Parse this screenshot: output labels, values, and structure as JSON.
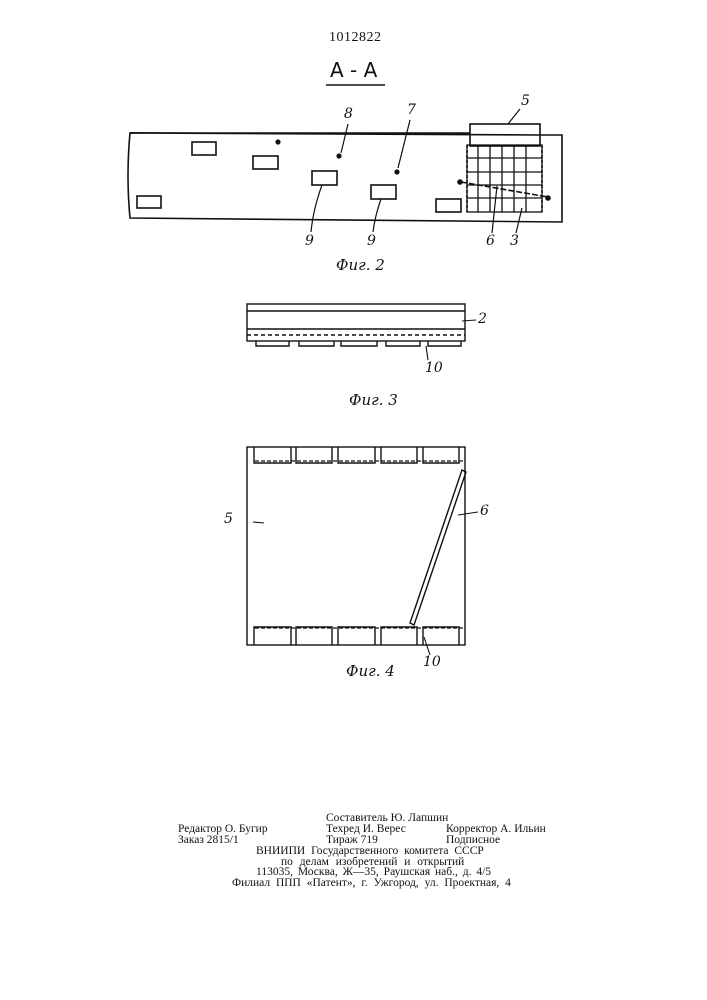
{
  "header": {
    "patent_number": "1012822"
  },
  "section": {
    "label": "А - А"
  },
  "fig2": {
    "caption": "Фиг. 2",
    "labels": {
      "l8": "8",
      "l7": "7",
      "l5": "5",
      "l9a": "9",
      "l9b": "9",
      "l6": "6",
      "l3": "3"
    }
  },
  "fig3": {
    "caption": "Фиг. 3",
    "labels": {
      "l2": "2",
      "l10": "10"
    }
  },
  "fig4": {
    "caption": "Фиг. 4",
    "labels": {
      "l5": "5",
      "l6": "6",
      "l10": "10"
    }
  },
  "footer": {
    "compiler": "Составитель Ю. Лапшин",
    "editor": "Редактор О. Бугир",
    "techred": "Техред И. Верес",
    "corrector": "Корректор А. Ильин",
    "order": "Заказ 2815/1",
    "circulation": "Тираж 719",
    "subscription": "Подписное",
    "org_line1": "ВНИИПИ Государственного комитета СССР",
    "org_line2": "по делам изобретений и открытий",
    "address": "113035, Москва, Ж—35, Раушская наб., д. 4/5",
    "branch": "Филиал ППП «Патент», г. Ужгород, ул. Проектная, 4"
  }
}
